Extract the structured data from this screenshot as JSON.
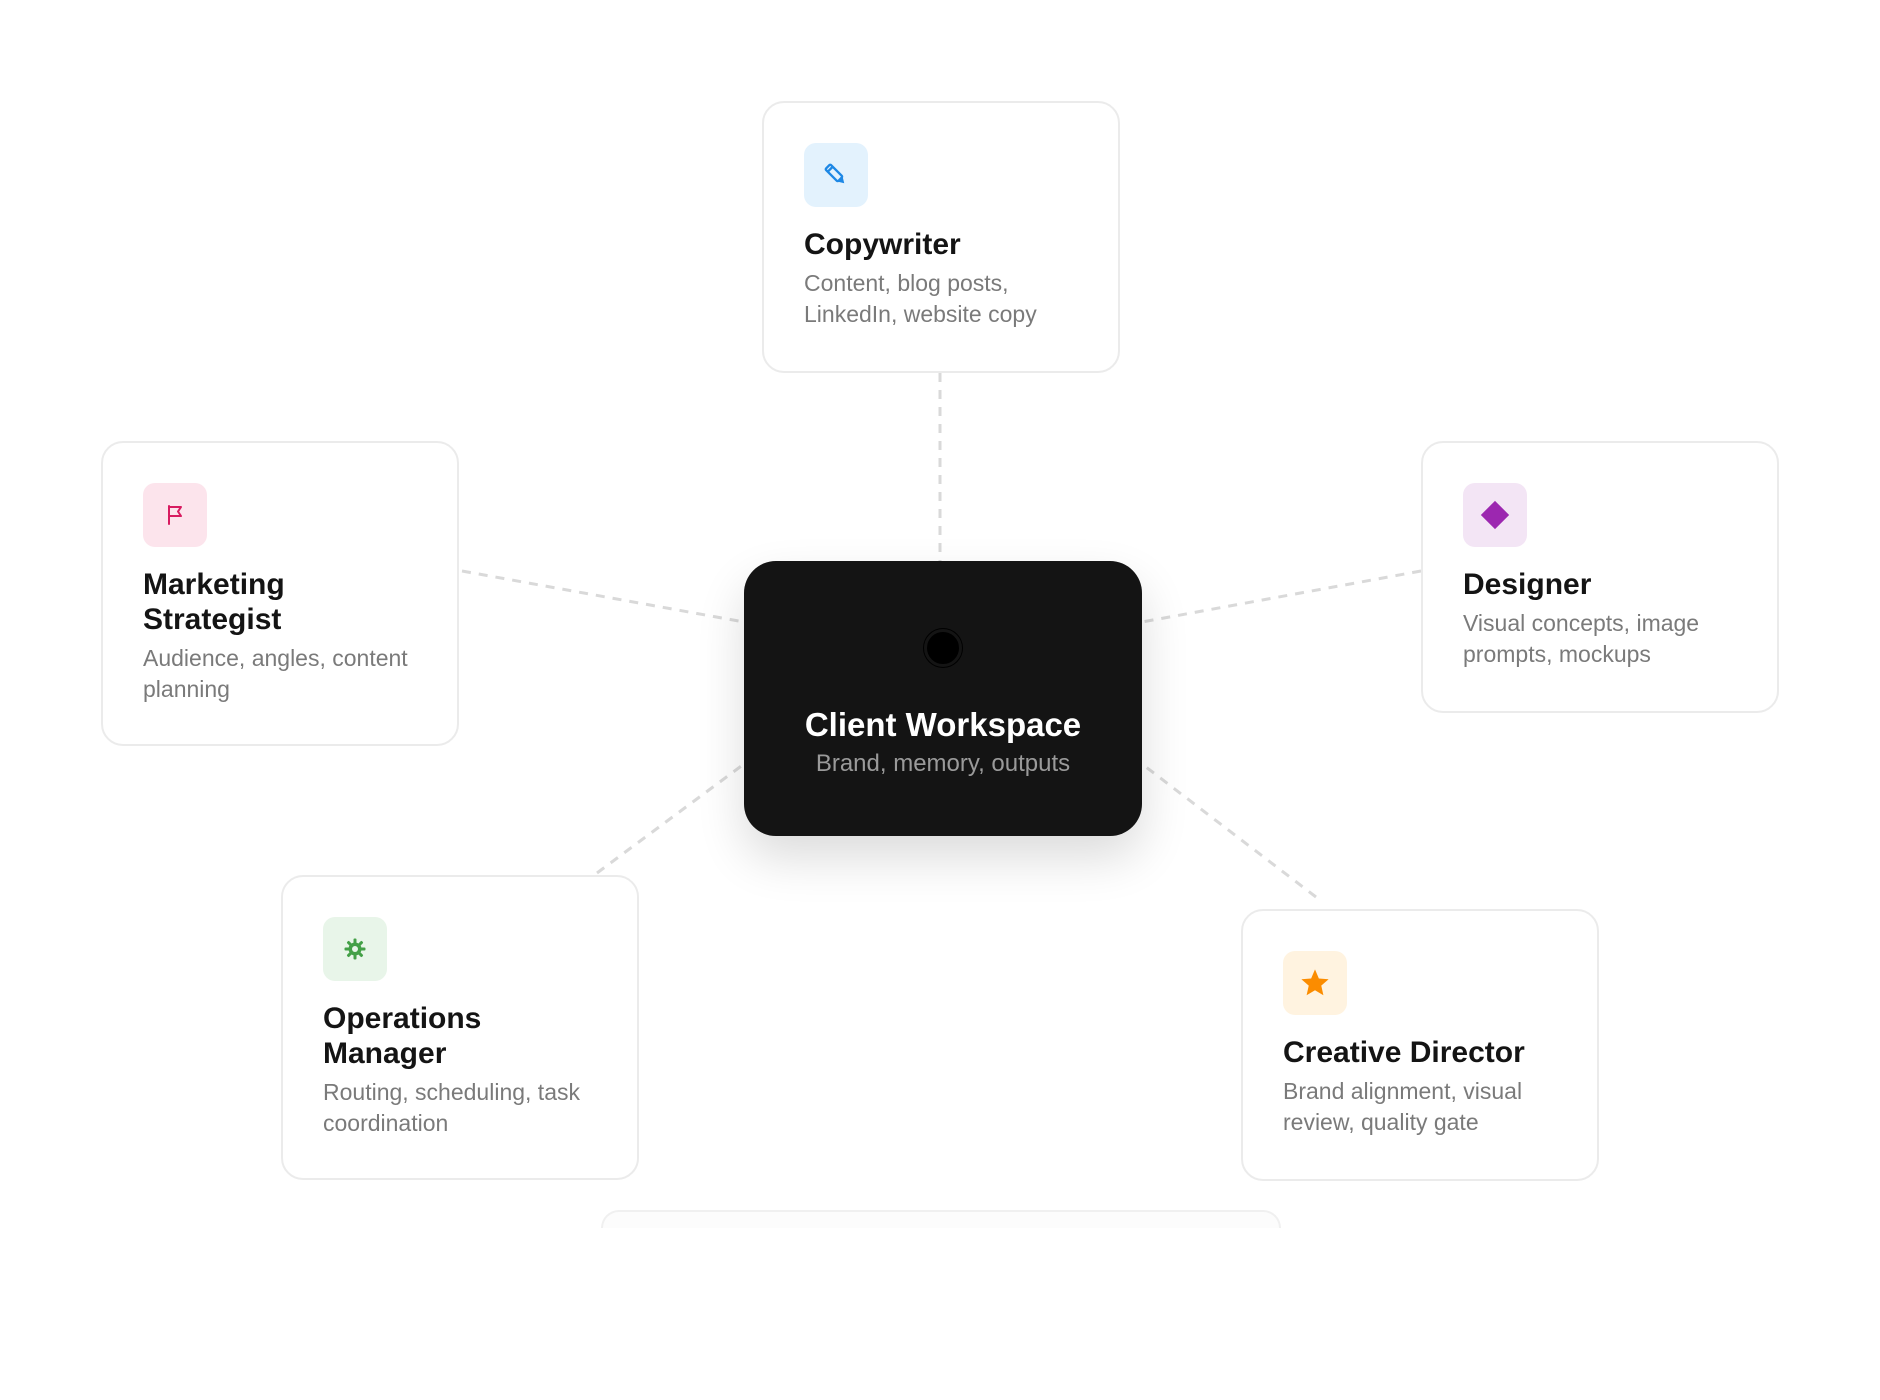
{
  "hub": {
    "title": "Client Workspace",
    "subtitle": "Brand, memory, outputs",
    "icon": "target-icon"
  },
  "roles": [
    {
      "id": "copywriter",
      "title": "Copywriter",
      "description": "Content, blog posts, LinkedIn, website copy",
      "icon": "pencil-icon",
      "icon_color": "#1e88e5",
      "tile_color": "#e3f2fd"
    },
    {
      "id": "marketing-strategist",
      "title": "Marketing Strategist",
      "description": "Audience, angles, content planning",
      "icon": "flag-icon",
      "icon_color": "#d81b60",
      "tile_color": "#fce4ec"
    },
    {
      "id": "designer",
      "title": "Designer",
      "description": "Visual concepts, image prompts, mockups",
      "icon": "diamond-icon",
      "icon_color": "#9c27b0",
      "tile_color": "#f3e5f5"
    },
    {
      "id": "operations-manager",
      "title": "Operations Manager",
      "description": "Routing, scheduling, task coordination",
      "icon": "gear-icon",
      "icon_color": "#43a047",
      "tile_color": "#e8f5e9"
    },
    {
      "id": "creative-director",
      "title": "Creative Director",
      "description": "Brand alignment, visual review, quality gate",
      "icon": "star-icon",
      "icon_color": "#fb8c00",
      "tile_color": "#fff3e0"
    }
  ],
  "colors": {
    "hub_background": "#141414",
    "connector": "#d9d9d9",
    "card_border": "#ebebeb"
  }
}
